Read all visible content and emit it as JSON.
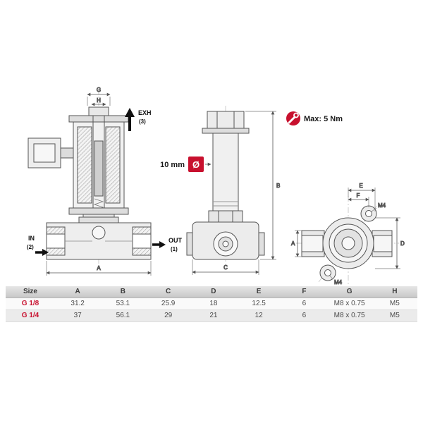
{
  "drawings": {
    "section_view": {
      "dim_g": "G",
      "dim_h": "H",
      "exh_label": "EXH",
      "exh_num": "(3)",
      "in_label": "IN",
      "in_num": "(2)",
      "out_label": "OUT",
      "out_num": "(1)",
      "dim_a": "A"
    },
    "side_view": {
      "diameter_value": "10 mm",
      "diameter_symbol": "Ø",
      "torque_label": "Max: 5 Nm",
      "dim_b": "B",
      "dim_c": "C"
    },
    "end_view": {
      "dim_e": "E",
      "dim_f": "F",
      "dim_a": "A",
      "dim_d": "D",
      "m4_top": "M4",
      "m4_bottom": "M4"
    }
  },
  "table": {
    "headers": [
      "Size",
      "A",
      "B",
      "C",
      "D",
      "E",
      "F",
      "G",
      "H"
    ],
    "rows": [
      {
        "size": "G 1/8",
        "values": [
          "31.2",
          "53.1",
          "25.9",
          "18",
          "12.5",
          "6",
          "M8 x 0.75",
          "M5"
        ]
      },
      {
        "size": "G 1/4",
        "values": [
          "37",
          "56.1",
          "29",
          "21",
          "12",
          "6",
          "M8 x 0.75",
          "M5"
        ]
      }
    ]
  },
  "colors": {
    "accent_red": "#c8102e",
    "line": "#4a4a4a"
  }
}
